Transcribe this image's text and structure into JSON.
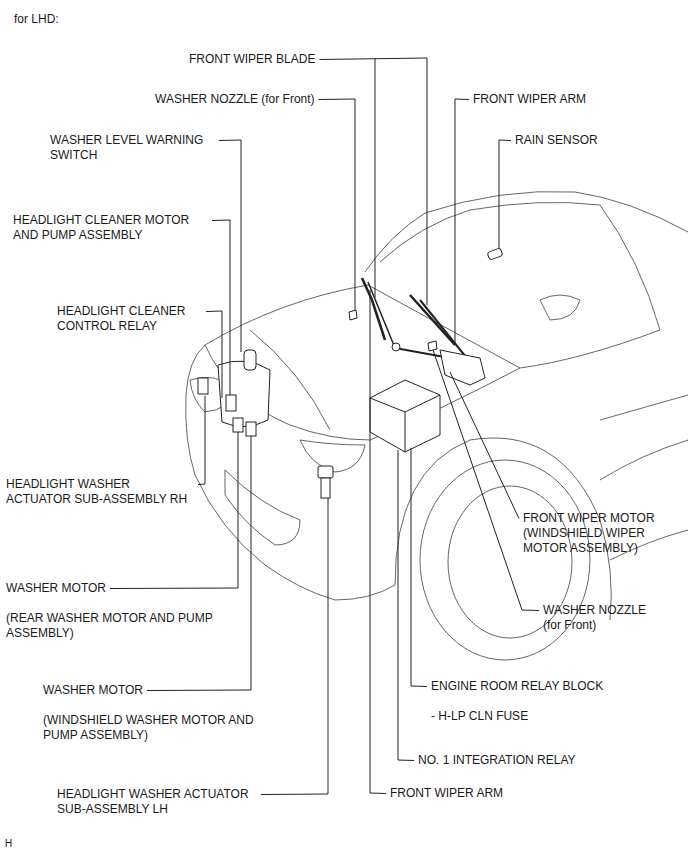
{
  "diagram": {
    "title": "for LHD:",
    "labels": [
      "FRONT WIPER BLADE",
      "WASHER NOZZLE (for Front)",
      "FRONT WIPER ARM",
      "WASHER LEVEL WARNING SWITCH",
      "RAIN SENSOR",
      "HEADLIGHT CLEANER MOTOR AND PUMP ASSEMBLY",
      "HEADLIGHT CLEANER CONTROL RELAY",
      "HEADLIGHT WASHER ACTUATOR SUB-ASSEMBLY RH",
      "FRONT WIPER MOTOR (WINDSHIELD WIPER MOTOR ASSEMBLY)",
      "WASHER MOTOR",
      "(REAR WASHER MOTOR AND PUMP ASSEMBLY)",
      "WASHER NOZZLE (for Front)",
      "WASHER MOTOR",
      "(WINDSHIELD WASHER MOTOR AND PUMP ASSEMBLY)",
      "ENGINE ROOM RELAY BLOCK",
      "- H-LP CLN FUSE",
      "NO. 1 INTEGRATION RELAY",
      "HEADLIGHT WASHER ACTUATOR SUB-ASSEMBLY LH",
      "FRONT WIPER ARM",
      "H"
    ]
  }
}
